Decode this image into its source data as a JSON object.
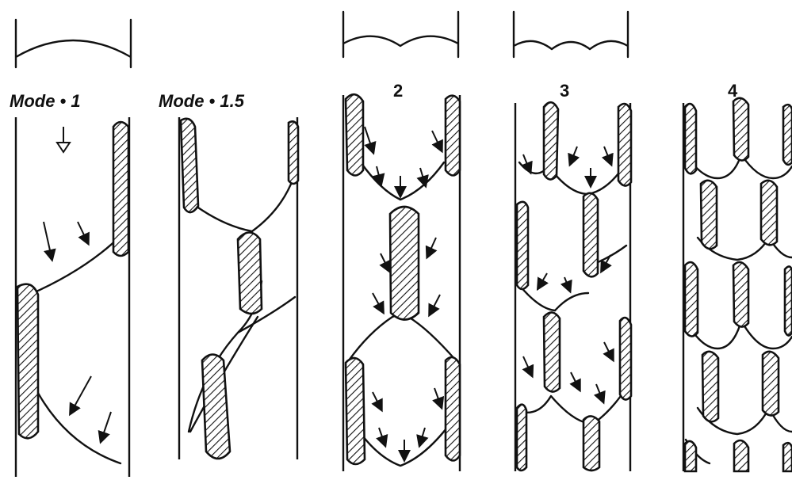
{
  "labels": {
    "p1": "Mode • 1",
    "p2": "Mode • 1.5",
    "p3": "2",
    "p4": "3",
    "p5": "4"
  },
  "colors": {
    "ink": "#111111",
    "paper": "#ffffff"
  }
}
